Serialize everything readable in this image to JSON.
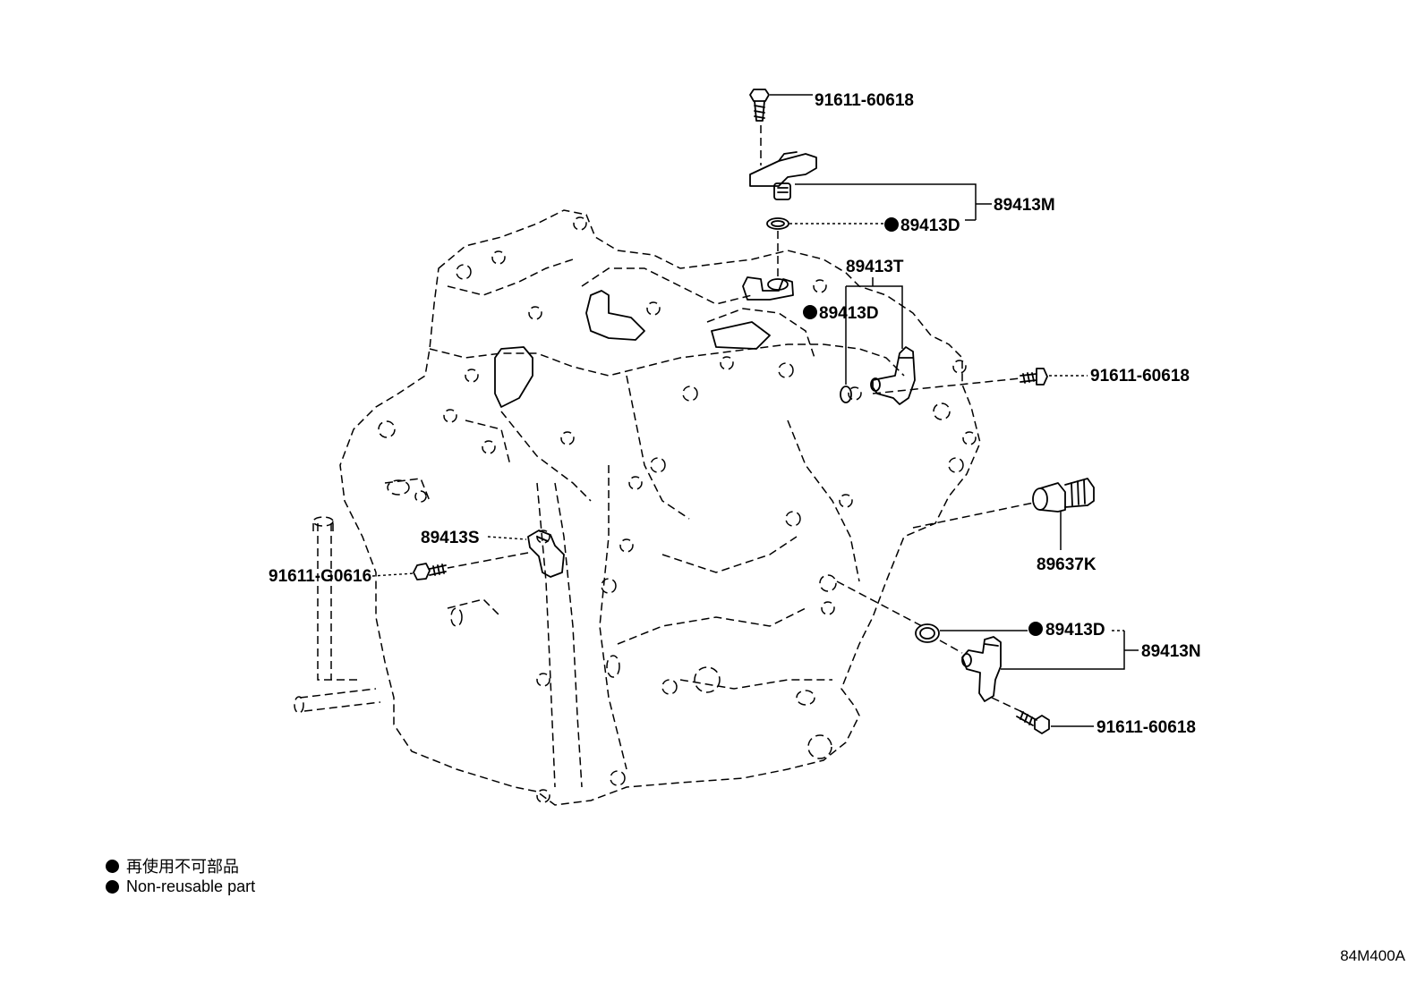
{
  "parts": {
    "bolt_top": "91611-60618",
    "sensor_top": "89413M",
    "oring_top": "89413D",
    "sensor_mid": "89413T",
    "oring_mid": "89413D",
    "bolt_right": "91611-60618",
    "sensor_left": "89413S",
    "bolt_left": "91611-G0616",
    "speed_sensor": "89637K",
    "oring_bottom": "89413D",
    "sensor_bottom": "89413N",
    "bolt_bottom": "91611-60618"
  },
  "legend": {
    "jp": "再使用不可部品",
    "en": "Non-reusable part"
  },
  "figure_code": "84M400A",
  "icons": {
    "non_reusable": "filled-circle-icon"
  }
}
